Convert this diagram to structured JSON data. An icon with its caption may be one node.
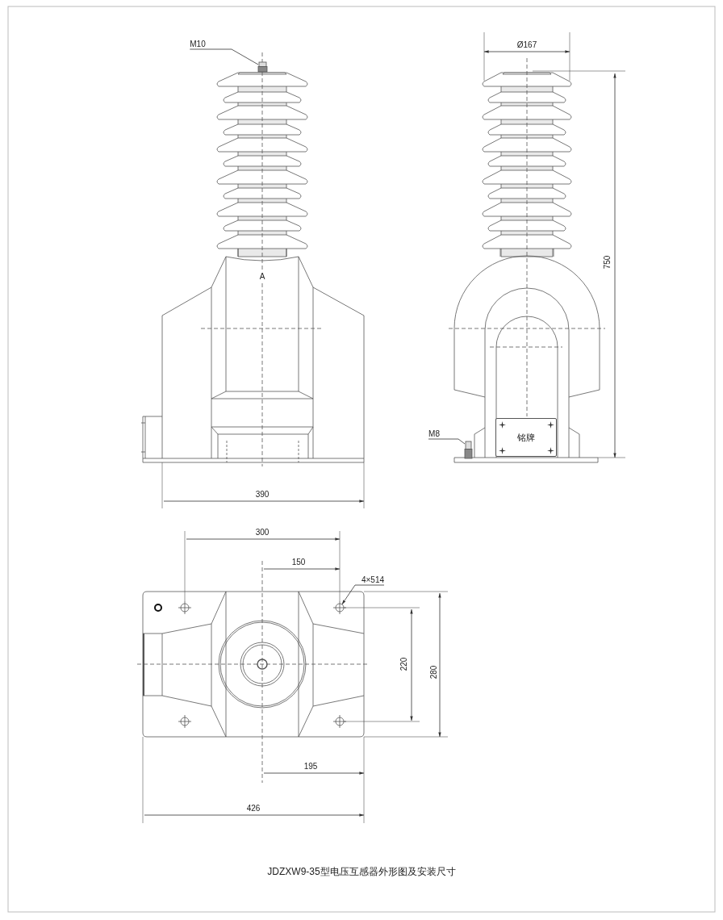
{
  "diagram": {
    "caption": "JDZXW9-35型电压互感器外形图及安装尺寸",
    "nodes": [
      {
        "text": [
          "M10"
        ]
      },
      {
        "text": [],
        "shape": "box"
      },
      {
        "text": [
          "M8"
        ]
      },
      {
        "text": [],
        "shape": "box"
      },
      {
        "text": [
          "铭牌"
        ]
      },
      {
        "text": [
          "4×514"
        ]
      },
      {
        "text": [],
        "shape": "circle"
      }
    ],
    "edges": [
      {
        "from": 0,
        "to": 1,
        "arrow": "none"
      },
      {
        "from": 2,
        "to": 3,
        "arrow": "none"
      },
      {
        "from": 5,
        "to": 6,
        "arrow": "to"
      }
    ],
    "labels": [
      "Ø167",
      "750",
      "A",
      "390",
      "300",
      "150",
      "220",
      "280",
      "195",
      "426"
    ]
  }
}
